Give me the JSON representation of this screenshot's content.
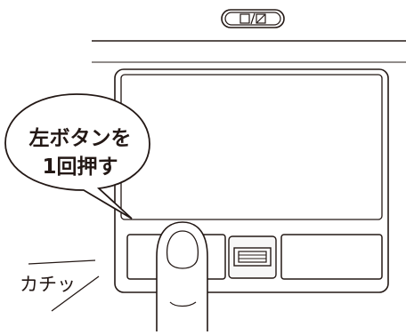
{
  "bubble": {
    "line1": "左ボタンを",
    "line2": "1回押す"
  },
  "sound_effect": "カチッ",
  "icons": {
    "touchpad_toggle": "touchpad-toggle-icon",
    "fingerprint_sensor": "fingerprint-sensor-icon"
  },
  "colors": {
    "line": "#231815",
    "fill": "#ffffff",
    "panel": "#f7f7f7"
  }
}
